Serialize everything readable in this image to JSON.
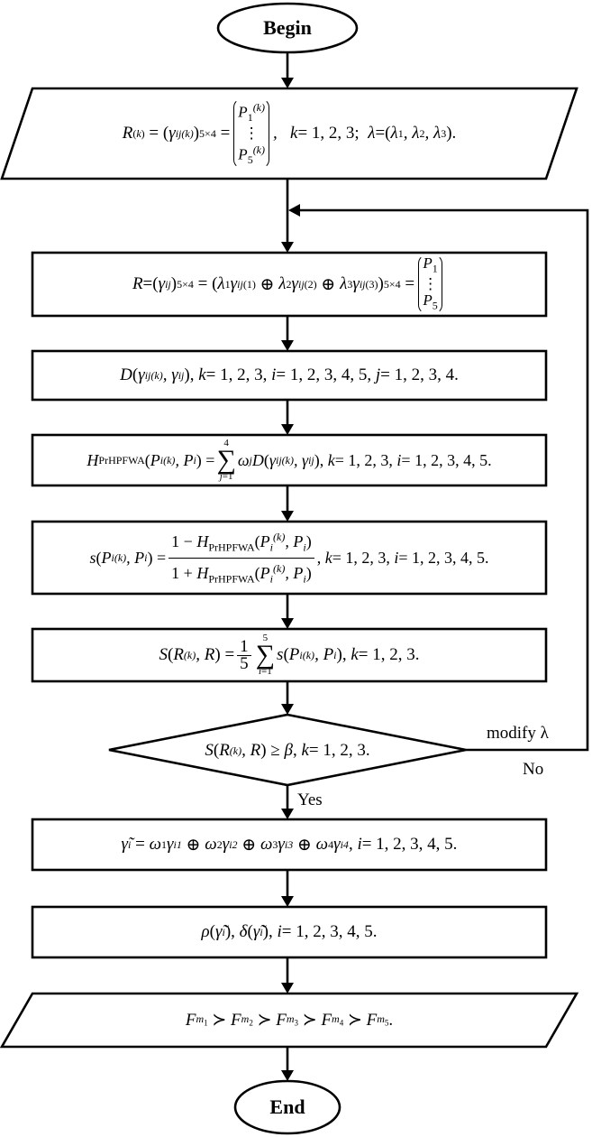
{
  "flowchart": {
    "begin": "Begin",
    "end": "End",
    "steps": {
      "input": "R^(k) = (γ_ij^(k))_{5×4} = (P_1^(k) … P_5^(k)), k = 1,2,3; λ = (λ1, λ2, λ3).",
      "aggregate": "R = (γ_ij)_{5×4} = (λ1γ_ij^(1) ⊕ λ2γ_ij^(2) ⊕ λ3γ_ij^(3))_{5×4} = (P1 … P5)",
      "distance": "D(γ_ij^(k), γ_ij), k = 1,2,3, i = 1,2,3,4,5, j = 1,2,3,4.",
      "hpfwa": "H_PrHPFWA(P_i^(k), P_i) = Σ_{j=1}^{4} ω_j D(γ_ij^(k), γ_ij), k = 1,2,3, i = 1,2,3,4,5.",
      "similarity": "s(P_i^(k), P_i) = (1 − H_PrHPFWA(P_i^(k), P_i)) / (1 + H_PrHPFWA(P_i^(k), P_i)), k = 1,2,3, i = 1,2,3,4,5.",
      "group_similarity": "S(R^(k), R) = 1/5 Σ_{i=1}^{5} s(P_i^(k), P_i), k = 1,2,3.",
      "decision": "S(R^(k), R) ≥ β, k = 1,2,3.",
      "overall": "γ̃_i = ω1γ_i1 ⊕ ω2γ_i2 ⊕ ω3γ_i3 ⊕ ω4γ_i4, i = 1,2,3,4,5.",
      "score": "ρ(γ̃_i), δ(γ̃_i), i = 1,2,3,4,5.",
      "output": "F_m1 ≻ F_m2 ≻ F_m3 ≻ F_m4 ≻ F_m5."
    },
    "edges": {
      "yes": "Yes",
      "no": "No",
      "feedback": "modify λ"
    }
  }
}
